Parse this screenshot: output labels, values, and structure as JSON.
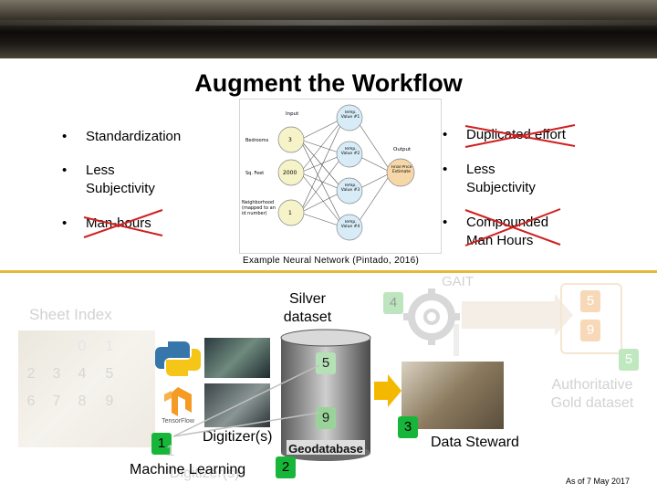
{
  "title": "Augment the Workflow",
  "left_bullets": [
    "Standardization",
    "Less Subjectivity",
    "Man-hours"
  ],
  "right_bullets": [
    "Duplicated effort",
    "Less Subjectivity",
    "Compounded Man Hours"
  ],
  "bullet_symbol": "•",
  "figure_caption": "Example Neural Network (Pintado, 2016)",
  "nn_labels": {
    "input": "Input",
    "output": "Output",
    "bedrooms": "Bedrooms",
    "sq_feet": "Sq. Feet",
    "neighborhood": "Neighborhood (mapped to an id number)",
    "n3": "3",
    "n2000": "2000",
    "n1": "1",
    "temp1": "Temp. Value #1",
    "temp2": "Temp. Value #2",
    "temp3": "Temp. Value #3",
    "temp4": "Temp. Value #4",
    "final": "Final Price Estimate"
  },
  "diagram": {
    "sheet_index": "Sheet Index",
    "grid_numbers": [
      "0",
      "1",
      "2",
      "3",
      "4",
      "5",
      "6",
      "7",
      "8",
      "9"
    ],
    "silver_dataset": "Silver dataset",
    "gait": "GAIT",
    "num_4": "4",
    "num_5": "5",
    "num_9": "9",
    "num_9b": "9",
    "num_5b": "5",
    "num_5c": "5",
    "num_1": "1",
    "num_1_ghost": "1",
    "num_2": "2",
    "num_3": "3",
    "authoritative": "Authoritative Gold dataset",
    "digitizer": "Digitizer(s)",
    "digitizer_ghost": "Digitizer(s)",
    "machine_learning": "Machine Learning",
    "geodatabase": "Geodatabase",
    "data_steward": "Data Steward",
    "tensorflow": "TensorFlow"
  },
  "as_of": "As of 7 May 2017",
  "colors": {
    "accent_gold": "#e8b83a",
    "green": "#17b63a",
    "red_cross": "#d11f1f"
  }
}
